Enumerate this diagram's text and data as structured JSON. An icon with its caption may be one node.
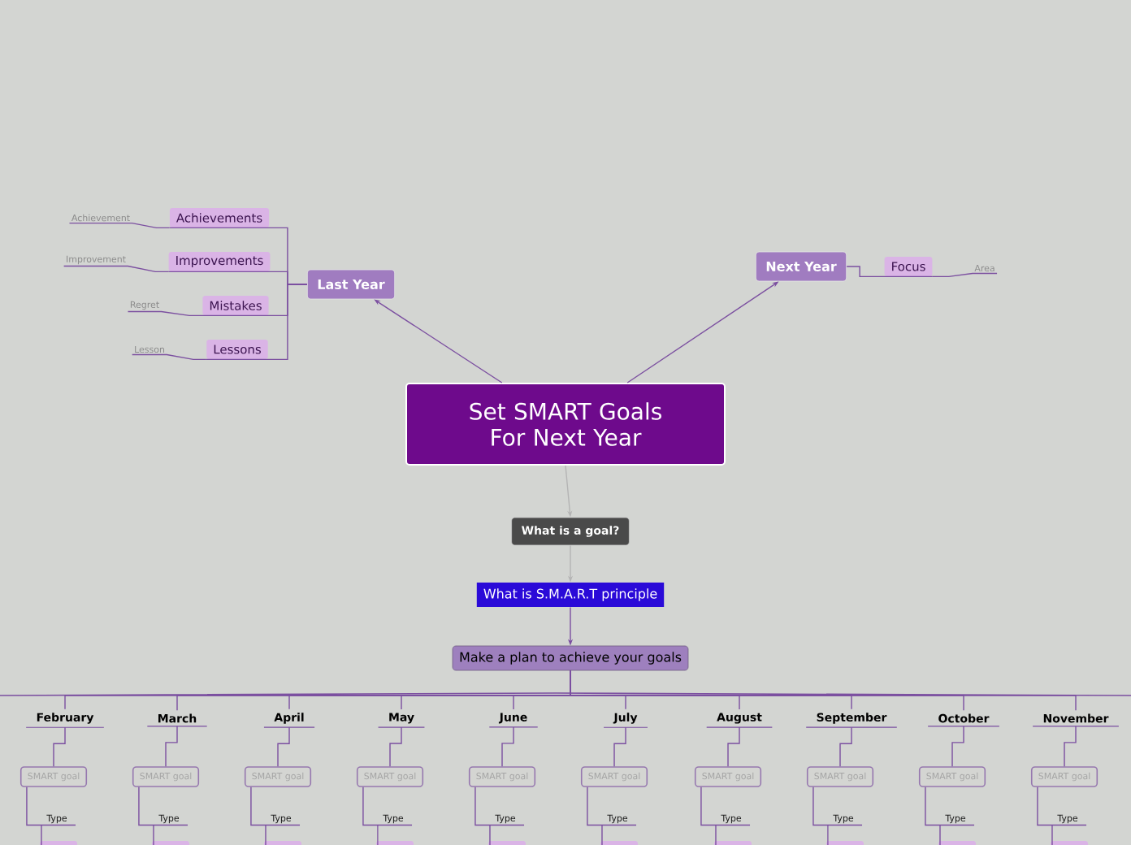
{
  "diagram": {
    "nodes": [
      {
        "text": [
          "Set SMART Goals For Next Year"
        ]
      },
      {
        "text": [
          "Last Year"
        ]
      },
      {
        "text": [
          "Achievements"
        ]
      },
      {
        "text": [
          "Improvements"
        ]
      },
      {
        "text": [
          "Mistakes"
        ]
      },
      {
        "text": [
          "Lessons"
        ]
      },
      {
        "text": [
          "Achievement"
        ]
      },
      {
        "text": [
          "Improvement"
        ]
      },
      {
        "text": [
          "Regret"
        ]
      },
      {
        "text": [
          "Lesson"
        ]
      },
      {
        "text": [
          "Next Year"
        ]
      },
      {
        "text": [
          "Focus"
        ]
      },
      {
        "text": [
          "Area"
        ]
      },
      {
        "text": [
          "What is a goal?"
        ]
      },
      {
        "text": [
          "What is S.M.A.R.T principle"
        ]
      },
      {
        "text": [
          "Make a plan to achieve your goals"
        ]
      },
      {
        "text": [
          "February"
        ]
      },
      {
        "text": [
          "March"
        ]
      },
      {
        "text": [
          "April"
        ]
      },
      {
        "text": [
          "May"
        ]
      },
      {
        "text": [
          "June"
        ]
      },
      {
        "text": [
          "July"
        ]
      },
      {
        "text": [
          "August"
        ]
      },
      {
        "text": [
          "September"
        ]
      },
      {
        "text": [
          "October"
        ]
      },
      {
        "text": [
          "November"
        ]
      },
      {
        "text": [
          "SMART goal"
        ]
      },
      {
        "text": [
          "SMART goal"
        ]
      },
      {
        "text": [
          "SMART goal"
        ]
      },
      {
        "text": [
          "SMART goal"
        ]
      },
      {
        "text": [
          "SMART goal"
        ]
      },
      {
        "text": [
          "SMART goal"
        ]
      },
      {
        "text": [
          "SMART goal"
        ]
      },
      {
        "text": [
          "SMART goal"
        ]
      },
      {
        "text": [
          "SMART goal"
        ]
      },
      {
        "text": [
          "SMART goal"
        ]
      },
      {
        "text": [
          "Type"
        ]
      },
      {
        "text": [
          "Type"
        ]
      },
      {
        "text": [
          "Type"
        ]
      },
      {
        "text": [
          "Type"
        ]
      },
      {
        "text": [
          "Type"
        ]
      },
      {
        "text": [
          "Type"
        ]
      },
      {
        "text": [
          "Type"
        ]
      },
      {
        "text": [
          "Type"
        ]
      },
      {
        "text": [
          "Type"
        ]
      },
      {
        "text": [
          "Type"
        ]
      },
      {
        "text": [],
        "shape": "box"
      },
      {
        "text": [],
        "shape": "box"
      },
      {
        "text": [],
        "shape": "box"
      },
      {
        "text": [],
        "shape": "box"
      },
      {
        "text": [],
        "shape": "box"
      },
      {
        "text": [],
        "shape": "box"
      },
      {
        "text": [],
        "shape": "box"
      },
      {
        "text": [],
        "shape": "box"
      },
      {
        "text": [],
        "shape": "box"
      },
      {
        "text": [],
        "shape": "box"
      }
    ],
    "edges": [
      {
        "from": 0,
        "to": 1,
        "arrow": "to"
      },
      {
        "from": 1,
        "to": 2,
        "arrow": "none"
      },
      {
        "from": 1,
        "to": 3,
        "arrow": "none"
      },
      {
        "from": 1,
        "to": 4,
        "arrow": "none"
      },
      {
        "from": 1,
        "to": 5,
        "arrow": "none"
      },
      {
        "from": 2,
        "to": 6,
        "arrow": "none"
      },
      {
        "from": 3,
        "to": 7,
        "arrow": "none"
      },
      {
        "from": 4,
        "to": 8,
        "arrow": "none"
      },
      {
        "from": 5,
        "to": 9,
        "arrow": "none"
      },
      {
        "from": 0,
        "to": 10,
        "arrow": "to"
      },
      {
        "from": 10,
        "to": 11,
        "arrow": "none"
      },
      {
        "from": 11,
        "to": 12,
        "arrow": "none"
      },
      {
        "from": 0,
        "to": 13,
        "arrow": "to",
        "color": "#b4b4b4"
      },
      {
        "from": 13,
        "to": 14,
        "arrow": "to",
        "color": "#b4b4b4"
      },
      {
        "from": 14,
        "to": 15,
        "arrow": "to"
      },
      {
        "from": 15,
        "to": 16,
        "arrow": "none"
      },
      {
        "from": 15,
        "to": 17,
        "arrow": "none"
      },
      {
        "from": 15,
        "to": 18,
        "arrow": "none"
      },
      {
        "from": 15,
        "to": 19,
        "arrow": "none"
      },
      {
        "from": 15,
        "to": 20,
        "arrow": "none"
      },
      {
        "from": 15,
        "to": 21,
        "arrow": "none"
      },
      {
        "from": 15,
        "to": 22,
        "arrow": "none"
      },
      {
        "from": 15,
        "to": 23,
        "arrow": "none"
      },
      {
        "from": 15,
        "to": 24,
        "arrow": "none"
      },
      {
        "from": 15,
        "to": 25,
        "arrow": "none"
      },
      {
        "from": 16,
        "to": 26,
        "arrow": "none"
      },
      {
        "from": 17,
        "to": 27,
        "arrow": "none"
      },
      {
        "from": 18,
        "to": 28,
        "arrow": "none"
      },
      {
        "from": 19,
        "to": 29,
        "arrow": "none"
      },
      {
        "from": 20,
        "to": 30,
        "arrow": "none"
      },
      {
        "from": 21,
        "to": 31,
        "arrow": "none"
      },
      {
        "from": 22,
        "to": 32,
        "arrow": "none"
      },
      {
        "from": 23,
        "to": 33,
        "arrow": "none"
      },
      {
        "from": 24,
        "to": 34,
        "arrow": "none"
      },
      {
        "from": 25,
        "to": 35,
        "arrow": "none"
      },
      {
        "from": 26,
        "to": 36,
        "arrow": "none"
      },
      {
        "from": 27,
        "to": 37,
        "arrow": "none"
      },
      {
        "from": 28,
        "to": 38,
        "arrow": "none"
      },
      {
        "from": 29,
        "to": 39,
        "arrow": "none"
      },
      {
        "from": 30,
        "to": 40,
        "arrow": "none"
      },
      {
        "from": 31,
        "to": 41,
        "arrow": "none"
      },
      {
        "from": 32,
        "to": 42,
        "arrow": "none"
      },
      {
        "from": 33,
        "to": 43,
        "arrow": "none"
      },
      {
        "from": 34,
        "to": 44,
        "arrow": "none"
      },
      {
        "from": 35,
        "to": 45,
        "arrow": "none"
      },
      {
        "from": 36,
        "to": 46,
        "arrow": "none"
      },
      {
        "from": 37,
        "to": 47,
        "arrow": "none"
      },
      {
        "from": 38,
        "to": 48,
        "arrow": "none"
      },
      {
        "from": 39,
        "to": 49,
        "arrow": "none"
      },
      {
        "from": 40,
        "to": 50,
        "arrow": "none"
      },
      {
        "from": 41,
        "to": 51,
        "arrow": "none"
      },
      {
        "from": 42,
        "to": 52,
        "arrow": "none"
      },
      {
        "from": 43,
        "to": 53,
        "arrow": "none"
      },
      {
        "from": 44,
        "to": 54,
        "arrow": "none"
      },
      {
        "from": 45,
        "to": 55,
        "arrow": "none"
      }
    ]
  }
}
